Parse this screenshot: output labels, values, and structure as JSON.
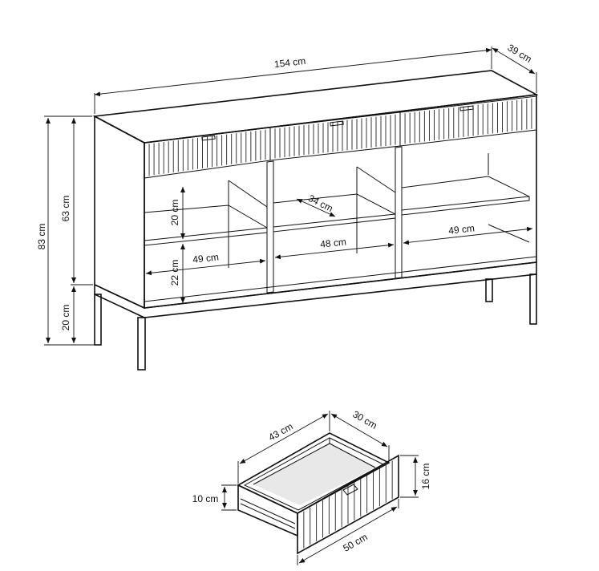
{
  "sideboard": {
    "width_label": "154 cm",
    "depth_label": "39 cm",
    "total_height_label": "83 cm",
    "body_height_label": "63 cm",
    "leg_height_label": "20 cm",
    "upper_shelf_height_label": "20 cm",
    "lower_shelf_height_label": "22 cm",
    "shelf_depth_label": "34 cm",
    "left_width_label": "49 cm",
    "middle_width_label": "48 cm",
    "right_width_label": "49 cm"
  },
  "drawer": {
    "width_label": "43 cm",
    "depth_label": "30 cm",
    "front_height_label": "16 cm",
    "box_height_label": "10 cm",
    "front_width_label": "50 cm"
  }
}
